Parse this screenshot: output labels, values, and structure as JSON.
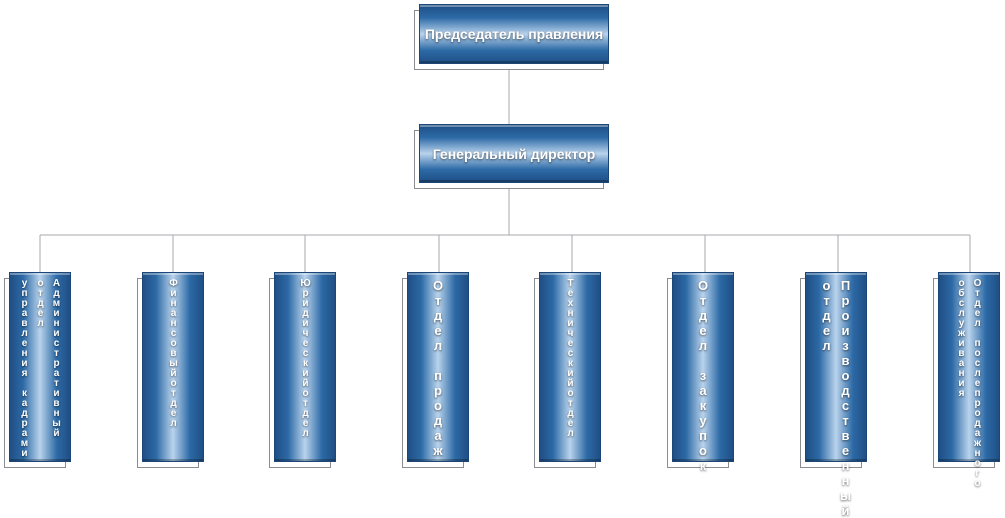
{
  "chairman": {
    "label": "Председатель правления"
  },
  "director": {
    "label": "Генеральный директор"
  },
  "departments": [
    {
      "lines": [
        "Административный",
        "отдел",
        "управления кадрами"
      ]
    },
    {
      "lines": [
        "Финансовыйотдел"
      ]
    },
    {
      "lines": [
        "Юридическийотдел"
      ]
    },
    {
      "lines": [
        "Отдел продаж"
      ]
    },
    {
      "lines": [
        "Техническийотдел"
      ]
    },
    {
      "lines": [
        "Отдел закупок"
      ]
    },
    {
      "lines": [
        "Производственный",
        "отдел"
      ]
    },
    {
      "lines": [
        "Отдел послепродажного",
        "обслуживания"
      ]
    }
  ]
}
